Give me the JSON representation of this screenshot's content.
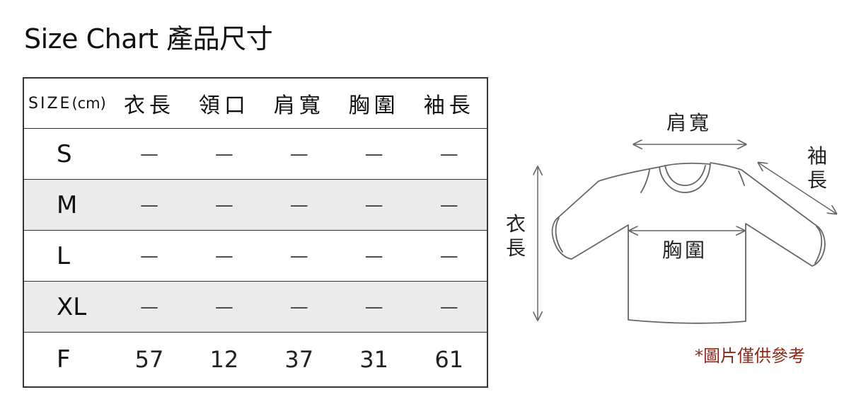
{
  "title": "Size Chart 產品尺寸",
  "table": {
    "size_header": "SIZE",
    "size_unit": "(cm)",
    "columns": [
      "衣長",
      "領口",
      "肩寬",
      "胸圍",
      "袖長"
    ],
    "rows": [
      {
        "size": "S",
        "values": [
          "—",
          "—",
          "—",
          "—",
          "—"
        ]
      },
      {
        "size": "M",
        "values": [
          "—",
          "—",
          "—",
          "—",
          "—"
        ]
      },
      {
        "size": "L",
        "values": [
          "—",
          "—",
          "—",
          "—",
          "—"
        ]
      },
      {
        "size": "XL",
        "values": [
          "—",
          "—",
          "—",
          "—",
          "—"
        ]
      },
      {
        "size": "F",
        "values": [
          "57",
          "12",
          "37",
          "31",
          "61"
        ]
      }
    ]
  },
  "diagram": {
    "shoulder_label": "肩寬",
    "sleeve_label_1": "袖",
    "sleeve_label_2": "長",
    "length_label_1": "衣",
    "length_label_2": "長",
    "chest_label": "胸圍"
  },
  "note": "*圖片僅供參考"
}
